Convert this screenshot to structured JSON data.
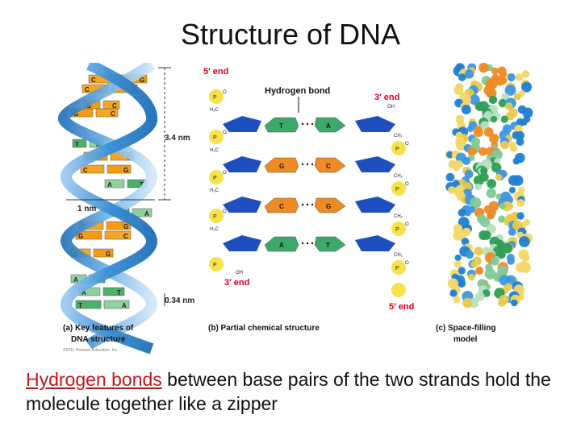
{
  "title": "Structure of DNA",
  "figure": {
    "panel_a": {
      "caption_line1": "(a) Key features of",
      "caption_line2": "DNA structure",
      "measure_pitch": "3.4 nm",
      "measure_width": "1 nm",
      "measure_rise": "0.34 nm",
      "copyright": "©2011 Pearson Education, Inc.",
      "rungs": [
        {
          "l": "C",
          "r": "G",
          "lc": "#f5a623",
          "rc": "#f39c12"
        },
        {
          "l": "C",
          "r": "G",
          "lc": "#f5a623",
          "rc": "#f39c12"
        },
        {
          "l": "G",
          "r": "C",
          "lc": "#f39c12",
          "rc": "#f5a623"
        },
        {
          "l": "G",
          "r": "C",
          "lc": "#f39c12",
          "rc": "#f5a623"
        },
        {
          "l": "T",
          "r": "A",
          "lc": "#4caf6a",
          "rc": "#8fd19e"
        },
        {
          "l": "G",
          "r": "C",
          "lc": "#f39c12",
          "rc": "#f5a623"
        },
        {
          "l": "C",
          "r": "G",
          "lc": "#f5a623",
          "rc": "#f39c12"
        },
        {
          "l": "A",
          "r": "T",
          "lc": "#8fd19e",
          "rc": "#4caf6a"
        },
        {
          "l": "T",
          "r": "A",
          "lc": "#4caf6a",
          "rc": "#8fd19e"
        },
        {
          "l": "C",
          "r": "G",
          "lc": "#f5a623",
          "rc": "#f39c12"
        },
        {
          "l": "G",
          "r": "C",
          "lc": "#f39c12",
          "rc": "#f5a623"
        },
        {
          "l": "C",
          "r": "G",
          "lc": "#f5a623",
          "rc": "#f39c12"
        },
        {
          "l": "A",
          "r": "T",
          "lc": "#8fd19e",
          "rc": "#4caf6a"
        },
        {
          "l": "A",
          "r": "T",
          "lc": "#8fd19e",
          "rc": "#4caf6a"
        },
        {
          "l": "T",
          "r": "A",
          "lc": "#4caf6a",
          "rc": "#8fd19e"
        }
      ]
    },
    "panel_b": {
      "caption": "(b) Partial chemical structure",
      "hydrogen_bond": "Hydrogen bond",
      "five_prime_top": "5′ end",
      "three_prime_top": "3′ end",
      "three_prime_bottom": "3′ end",
      "five_prime_bottom": "5′ end",
      "pairs": [
        {
          "l": "T",
          "r": "A",
          "color": "#3da86a"
        },
        {
          "l": "G",
          "r": "C",
          "color": "#f08a24"
        },
        {
          "l": "C",
          "r": "G",
          "color": "#f08a24"
        },
        {
          "l": "A",
          "r": "T",
          "color": "#3da86a"
        }
      ],
      "backbone_labels": {
        "p": "P",
        "o": "O",
        "oh": "OH",
        "h2c": "H₂C",
        "ch2": "CH₂"
      }
    },
    "panel_c": {
      "caption_line1": "(c) Space-filling",
      "caption_line2": "model"
    }
  },
  "caption": {
    "keyword": "Hydrogen bonds",
    "rest": " between base pairs of the two strands hold the molecule together like a zipper"
  },
  "colors": {
    "strand_blue": "#3a8fd6",
    "strand_light": "#9cc8ee",
    "end_red": "#d0021b",
    "sugar_blue": "#1f4fbf",
    "phosphate_yellow": "#f6e24a",
    "caption_keyword": "#c0181b"
  }
}
